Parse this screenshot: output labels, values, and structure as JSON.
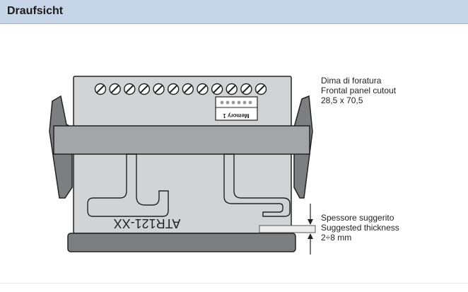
{
  "header": {
    "title": "Draufsicht"
  },
  "device": {
    "model_label": "ATR121-XX",
    "memory_label": "Memory 1",
    "terminal_screw_count": 12,
    "memory_dot_count": 6
  },
  "annotations": {
    "cutout": {
      "line1": "Dima di foratura",
      "line2": "Frontal panel cutout",
      "line3": "28,5 x 70,5"
    },
    "thickness": {
      "line1": "Spessore suggerito",
      "line2": "Suggested thickness",
      "line3": "2÷8 mm"
    }
  },
  "colors": {
    "header_bg": "#c6d6e8",
    "body_fill": "#d2d3d5",
    "band_fill": "#a4a5a8",
    "dark_fill": "#7d7e80",
    "outline": "#222222"
  }
}
